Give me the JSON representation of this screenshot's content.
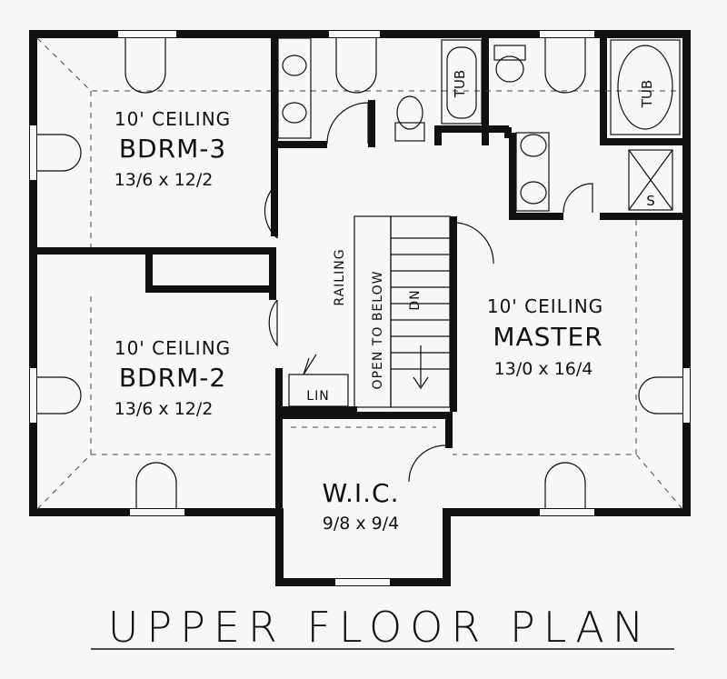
{
  "plan": {
    "title": "UPPER FLOOR PLAN",
    "rooms": {
      "bdrm3": {
        "ceiling": "10' CEILING",
        "name": "BDRM-3",
        "dims": "13/6 x 12/2"
      },
      "bdrm2": {
        "ceiling": "10' CEILING",
        "name": "BDRM-2",
        "dims": "13/6 x 12/2"
      },
      "master": {
        "ceiling": "10' CEILING",
        "name": "MASTER",
        "dims": "13/0 x 16/4"
      },
      "wic": {
        "name": "W.I.C.",
        "dims": "9/8 x 9/4"
      }
    },
    "labels": {
      "tub1": "TUB",
      "tub2": "TUB",
      "shower": "S",
      "railing": "RAILING",
      "open": "OPEN TO BELOW",
      "dn": "DN",
      "lin": "LIN"
    }
  }
}
